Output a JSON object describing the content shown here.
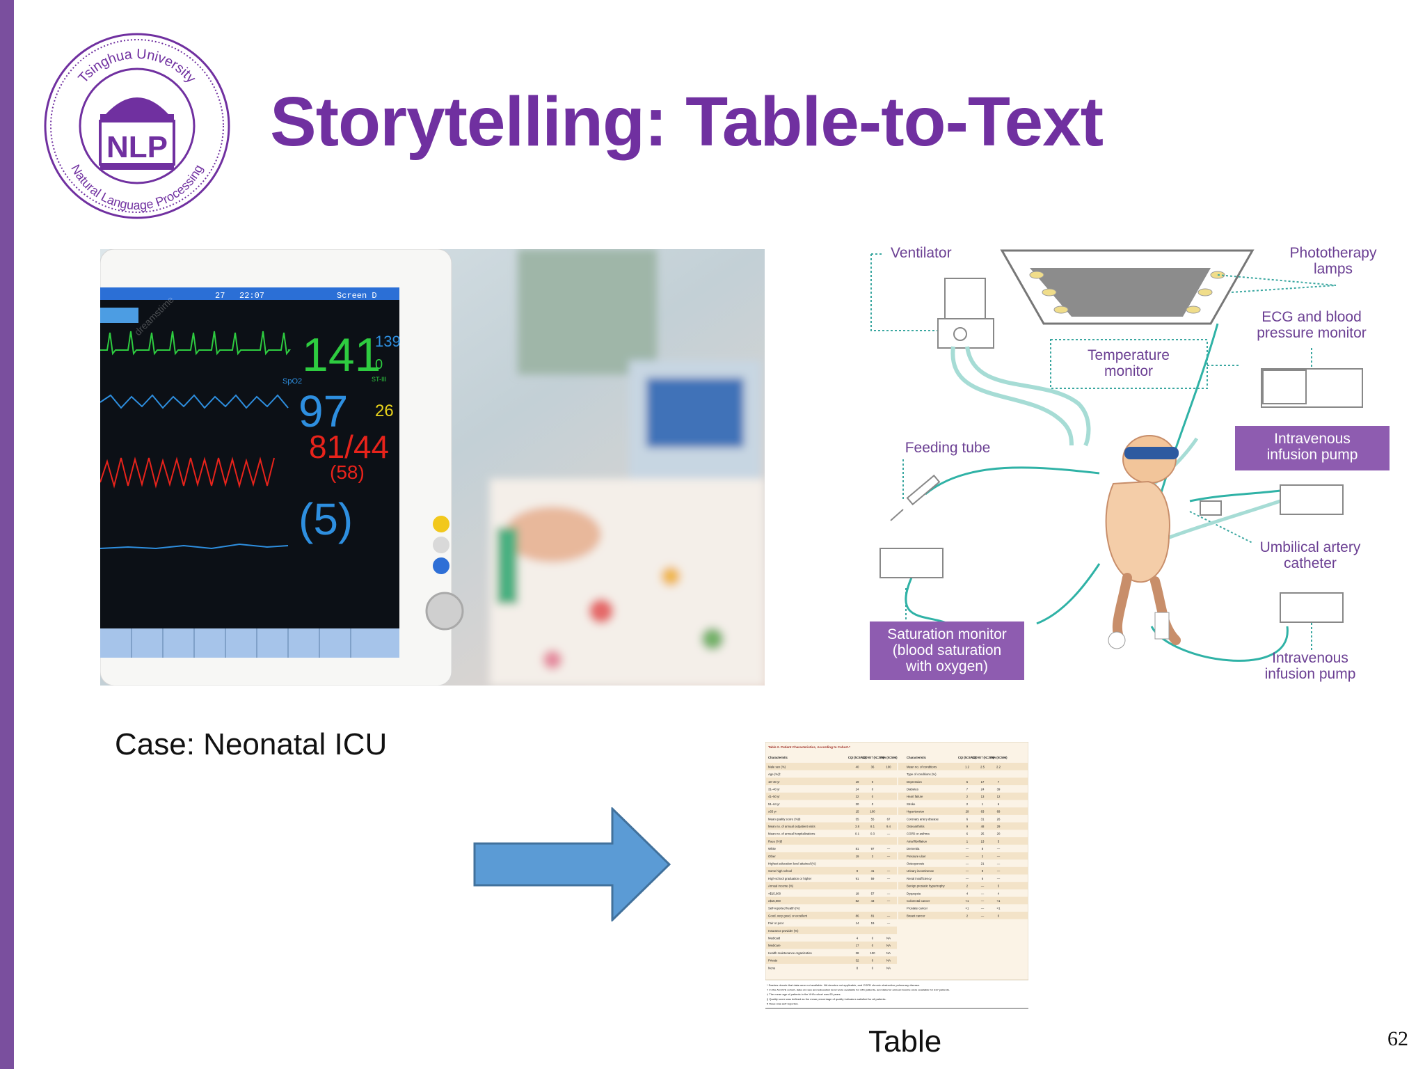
{
  "slide": {
    "title": "Storytelling: Table-to-Text",
    "page_number": "62",
    "accent_color": "#7030a0",
    "bar_color": "#7a4f9e"
  },
  "logo": {
    "ring_top": "Tsinghua University",
    "ring_bottom": "Natural Language Processing",
    "center": "NLP"
  },
  "left": {
    "case_label": "Case: Neonatal ICU",
    "monitor": {
      "header_left": "27",
      "header_time": "22:07",
      "header_right": "Screen D",
      "hr": "141",
      "spo2_label": "SpO2",
      "spo2": "97",
      "bp": "81/44",
      "bp_mean": "(58)",
      "resp": "(5)",
      "side_top": "139",
      "side_mid": "0",
      "side_low": "26",
      "st_label": "ST-III",
      "watermark": "dreamstime"
    }
  },
  "diagram": {
    "labels": {
      "ventilator": "Ventilator",
      "phototherapy_1": "Phototherapy",
      "phototherapy_2": "lamps",
      "ecg_1": "ECG and blood",
      "ecg_2": "pressure monitor",
      "temperature_1": "Temperature",
      "temperature_2": "monitor",
      "iv_pump_top_1": "Intravenous",
      "iv_pump_top_2": "infusion pump",
      "feeding_tube": "Feeding tube",
      "umbilical_1": "Umbilical artery",
      "umbilical_2": "catheter",
      "saturation_1": "Saturation monitor",
      "saturation_2": "(blood saturation",
      "saturation_3": "with oxygen)",
      "iv_pump_bottom_1": "Intravenous",
      "iv_pump_bottom_2": "infusion pump"
    }
  },
  "table": {
    "label": "Table",
    "caption": "Table 2. Patient Characteristics, According to Cohort.*",
    "left_columns": [
      "Characteristic",
      "CQI (N=6712)",
      "ACOVE† (N=372)",
      "VHA (N=596)"
    ],
    "right_columns": [
      "Characteristic",
      "CQI (N=6712)",
      "ACOVE† (N=372)",
      "VHA (N=596)"
    ],
    "left_rows": [
      [
        "Male sex (%)",
        "40",
        "36",
        "100"
      ],
      [
        "Age (%)‡",
        "",
        "",
        ""
      ],
      [
        "18–30 yr",
        "19",
        "0",
        ""
      ],
      [
        "31–40 yr",
        "24",
        "0",
        ""
      ],
      [
        "41–50 yr",
        "22",
        "0",
        ""
      ],
      [
        "51–64 yr",
        "20",
        "0",
        ""
      ],
      [
        "≥65 yr",
        "15",
        "100",
        ""
      ],
      [
        "Mean quality score (%)§",
        "55",
        "55",
        "67"
      ],
      [
        "Mean no. of annual outpatient visits",
        "3.8",
        "8.1",
        "9.4"
      ],
      [
        "Mean no. of annual hospitalizations",
        "0.1",
        "0.3",
        "—"
      ],
      [
        "Race (%)¶",
        "",
        "",
        ""
      ],
      [
        "White",
        "81",
        "97",
        "—"
      ],
      [
        "Other",
        "19",
        "3",
        "—"
      ],
      [
        "Highest education level attained (%)",
        "",
        "",
        ""
      ],
      [
        "Some high school",
        "9",
        "41",
        "—"
      ],
      [
        "High-school graduation or higher",
        "91",
        "59",
        "—"
      ],
      [
        "Annual income (%)",
        "",
        "",
        ""
      ],
      [
        "<$15,000",
        "18",
        "57",
        "—"
      ],
      [
        "≥$15,000",
        "82",
        "43",
        "—"
      ],
      [
        "Self-reported health (%)",
        "",
        "",
        ""
      ],
      [
        "Good, very good, or excellent",
        "86",
        "81",
        "—"
      ],
      [
        "Fair or poor",
        "14",
        "19",
        "—"
      ],
      [
        "Insurance provider (%)",
        "",
        "",
        ""
      ],
      [
        "Medicaid",
        "4",
        "0",
        "NA"
      ],
      [
        "Medicare",
        "17",
        "0",
        "NA"
      ],
      [
        "Health maintenance organization",
        "38",
        "100",
        "NA"
      ],
      [
        "Private",
        "32",
        "0",
        "NA"
      ],
      [
        "None",
        "8",
        "0",
        "NA"
      ]
    ],
    "right_rows": [
      [
        "Mean no. of conditions",
        "1.2",
        "2.5",
        "2.2"
      ],
      [
        "Type of conditions (%)",
        "",
        "",
        ""
      ],
      [
        "Depression",
        "5",
        "17",
        "7"
      ],
      [
        "Diabetes",
        "7",
        "24",
        "39"
      ],
      [
        "Heart failure",
        "2",
        "13",
        "12"
      ],
      [
        "Stroke",
        "2",
        "1",
        "6"
      ],
      [
        "Hypertension",
        "29",
        "63",
        "69"
      ],
      [
        "Coronary artery disease",
        "6",
        "31",
        "26"
      ],
      [
        "Osteoarthritis",
        "9",
        "48",
        "29"
      ],
      [
        "COPD or asthma",
        "6",
        "25",
        "20"
      ],
      [
        "Atrial fibrillation",
        "1",
        "13",
        "5"
      ],
      [
        "Dementia",
        "—",
        "8",
        "—"
      ],
      [
        "Pressure ulcer",
        "—",
        "2",
        "—"
      ],
      [
        "Osteoporosis",
        "—",
        "21",
        "—"
      ],
      [
        "Urinary incontinence",
        "—",
        "9",
        "—"
      ],
      [
        "Renal insufficiency",
        "—",
        "6",
        "—"
      ],
      [
        "Benign prostatic hypertrophy",
        "2",
        "—",
        "5"
      ],
      [
        "Dyspepsia",
        "4",
        "—",
        "4"
      ],
      [
        "Colorectal cancer",
        "<1",
        "—",
        "<1"
      ],
      [
        "Prostate cancer",
        "<1",
        "—",
        "<1"
      ],
      [
        "Breast cancer",
        "2",
        "—",
        "0"
      ]
    ],
    "footnotes": [
      "* Dashes denote that data were not available. NA denotes not applicable, and COPD chronic obstructive pulmonary disease.",
      "† In the ACOVE cohort, data on race and education level were available for 345 patients, and data for annual income were available for 337 patients.",
      "‡ The mean age of patients in the VHA cohort was 63 years.",
      "§ Quality score was defined as the mean percentage of quality indicators satisfied for all patients.",
      "¶ Race was self-reported."
    ]
  }
}
